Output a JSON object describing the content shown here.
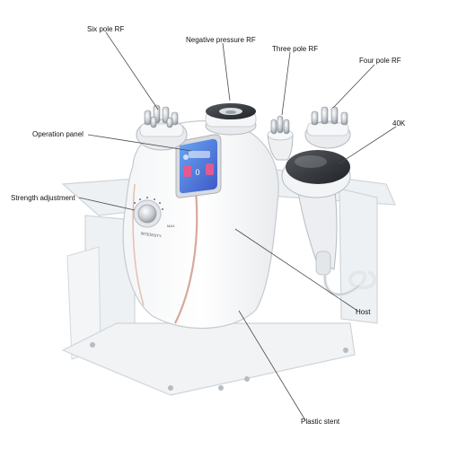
{
  "labels": {
    "six_pole_rf": "Six pole RF",
    "negative_pressure_rf": "Negative pressure RF",
    "three_pole_rf": "Three pole RF",
    "four_pole_rf": "Four pole RF",
    "k40": "40K",
    "operation_panel": "Operation panel",
    "strength_adjustment": "Strength adjustment",
    "host": "Host",
    "plastic_stent": "Plastic stent"
  },
  "device_markings": {
    "knob_label": "INTENSITY",
    "knob_max": "MAX",
    "screen_number": "0"
  },
  "colors": {
    "accent_rose_gold": "#d8a89a",
    "screen_blue": "#3d56c8",
    "acrylic": "#eef1f3"
  }
}
